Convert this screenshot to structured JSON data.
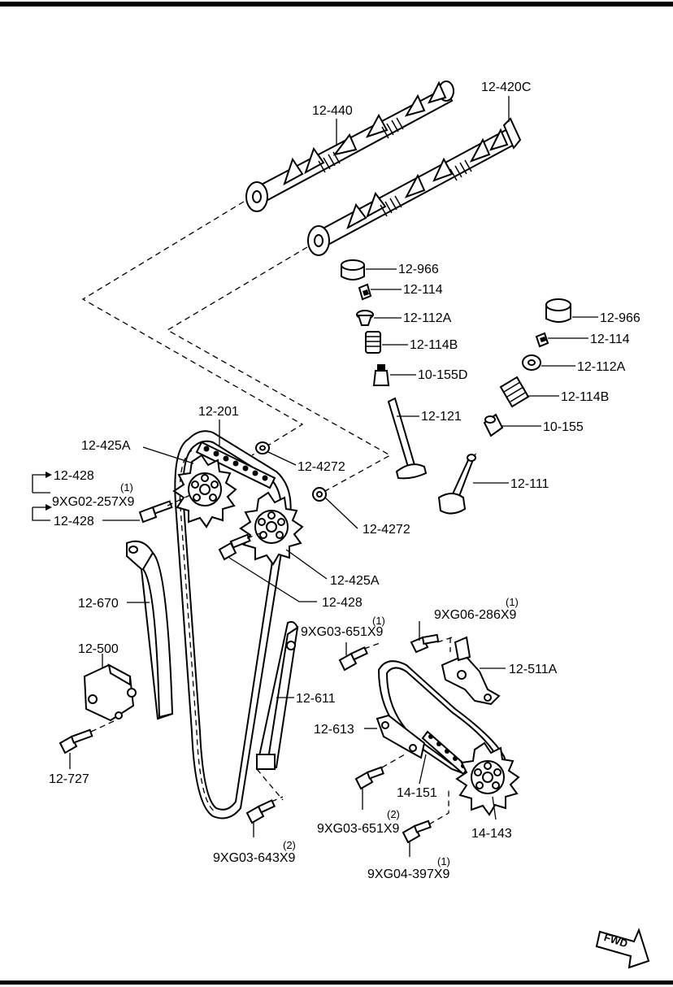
{
  "diagram": {
    "direction_label": "FWD",
    "colors": {
      "line": "#000000",
      "background": "#ffffff"
    },
    "labels": {
      "camshaft_exhaust": "12-440",
      "camshaft_intake": "12-420C",
      "tappet_a": "12-966",
      "keeper_a": "12-114",
      "retainer_a": "12-112A",
      "spring_a": "12-114B",
      "seal_a": "10-155D",
      "tappet_b": "12-966",
      "keeper_b": "12-114",
      "retainer_b": "12-112A",
      "spring_b": "12-114B",
      "seal_b": "10-155",
      "valve_exhaust": "12-121",
      "valve_intake": "12-111",
      "timing_chain": "12-201",
      "sprocket_exhaust": "12-425A",
      "sprocket_intake": "12-425A",
      "washer_a": "12-4272",
      "washer_b": "12-4272",
      "bolt_a_top": "12-428",
      "bolt_a_note": "9XG02-257X9",
      "bolt_a_note_qty": "(1)",
      "bolt_a_bottom": "12-428",
      "bolt_b": "12-428",
      "chain_guide_left": "12-670",
      "tensioner": "12-500",
      "tensioner_bolt": "12-727",
      "chain_guide_right": "12-611",
      "guide_bolt_top": "9XG03-651X9",
      "guide_bolt_top_qty": "(1)",
      "guide_bolt_bottom": "9XG03-643X9",
      "guide_bolt_bottom_qty": "(2)",
      "oil_pump_bolt_top": "9XG06-286X9",
      "oil_pump_bolt_top_qty": "(1)",
      "oil_pump_tensioner": "12-511A",
      "oil_pump_guide": "12-613",
      "oil_pump_chain": "14-151",
      "oil_pump_sprocket": "14-143",
      "oil_pump_guide_bolt": "9XG03-651X9",
      "oil_pump_guide_bolt_qty": "(2)",
      "oil_pump_sprocket_bolt": "9XG04-397X9",
      "oil_pump_sprocket_bolt_qty": "(1)"
    }
  }
}
